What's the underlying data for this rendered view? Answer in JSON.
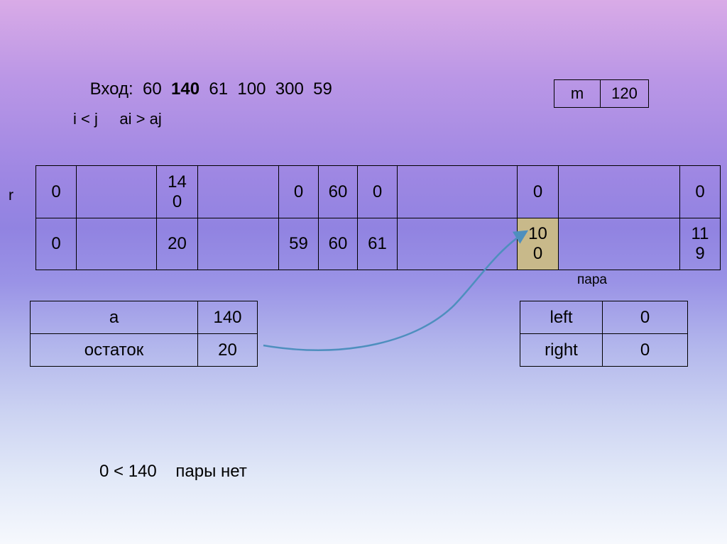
{
  "header": {
    "input_prefix": "Вход:  60  ",
    "input_bold": "140",
    "input_suffix": "  61  100  300  59",
    "condition": "i < j     ai > aj"
  },
  "m_table": {
    "label": "m",
    "value": "120"
  },
  "r_label": "r",
  "para_label": "пара",
  "main_table": {
    "row1": [
      "0",
      "",
      "14\n0",
      "",
      "0",
      "60",
      "0",
      "",
      "0",
      "",
      "0"
    ],
    "row2": [
      "0",
      "",
      "20",
      "",
      "59",
      "60",
      "61",
      "",
      "10\n0",
      "",
      "11\n9"
    ],
    "highlight_color": "#c8b98a"
  },
  "a_table": {
    "r1c1": "a",
    "r1c2": "140",
    "r2c1": "остаток",
    "r2c2": "20"
  },
  "lr_table": {
    "r1c1": "left",
    "r1c2": "0",
    "r2c1": "right",
    "r2c2": "0"
  },
  "footer": {
    "text": "0 < 140    пары нет"
  },
  "arrow_color": "#4e8fbe"
}
